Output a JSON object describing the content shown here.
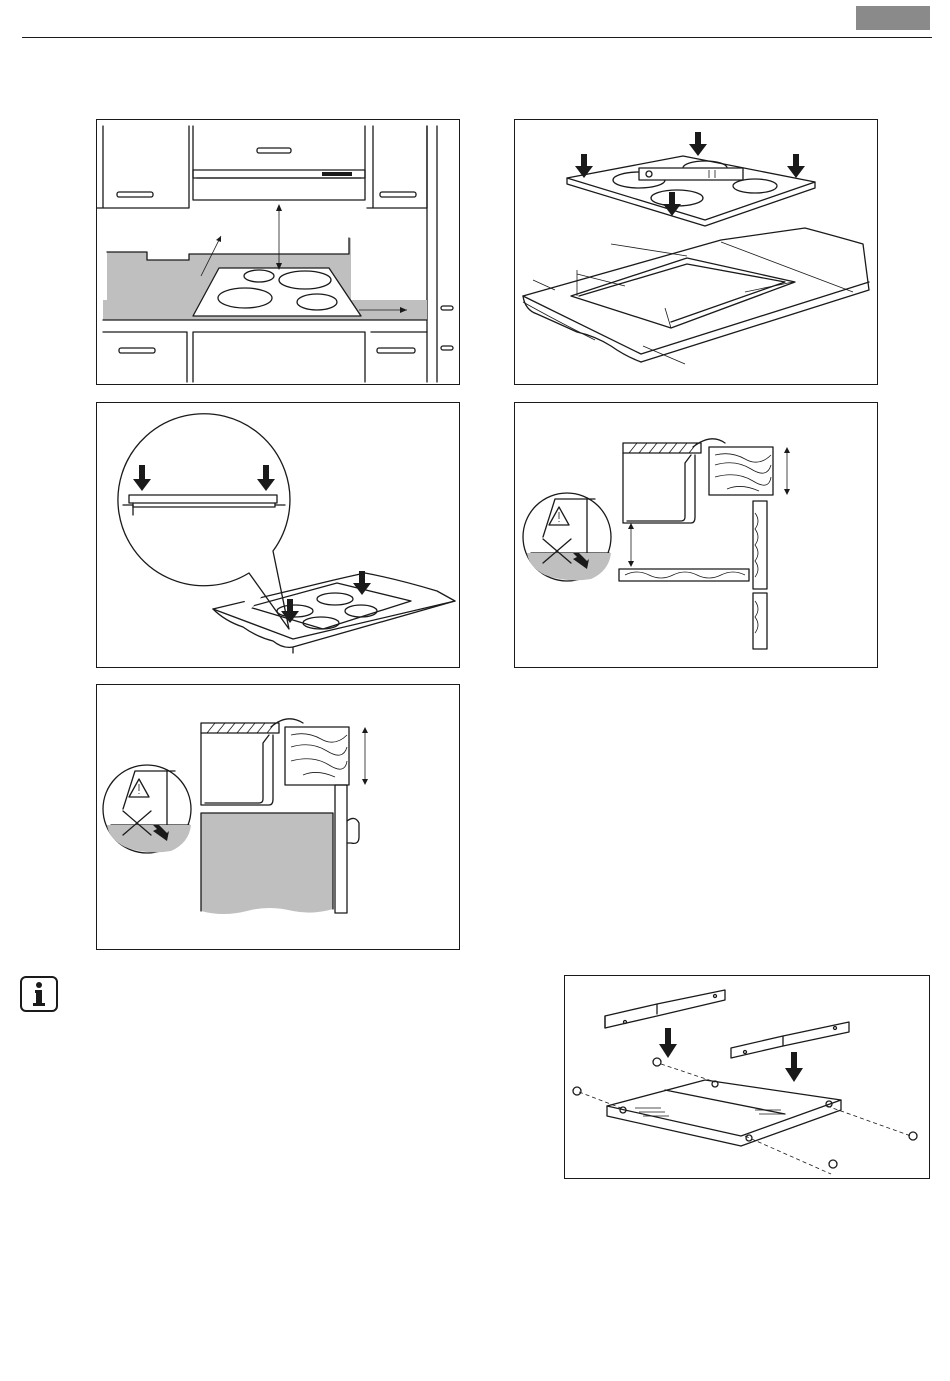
{
  "page": {
    "header_tab_color": "#8a8a8a",
    "rule_color": "#1a1a1a",
    "worktop_gray": "#bfbfbf"
  },
  "figures": [
    {
      "id": "fig-1",
      "subject": "hob-below-extractor-hood-clearances"
    },
    {
      "id": "fig-2",
      "subject": "worktop-cutout-and-spirit-level"
    },
    {
      "id": "fig-3",
      "subject": "pressing-hob-into-cutout-detail"
    },
    {
      "id": "fig-4",
      "subject": "sealing-edge-over-drawer-warning"
    },
    {
      "id": "fig-5",
      "subject": "sealing-edge-over-oven-warning"
    },
    {
      "id": "fig-6",
      "subject": "mounting-brackets-and-screws"
    }
  ],
  "icons": {
    "info": "info-icon",
    "warning": "warning-triangle-icon",
    "press": "arrow-down-icon"
  }
}
